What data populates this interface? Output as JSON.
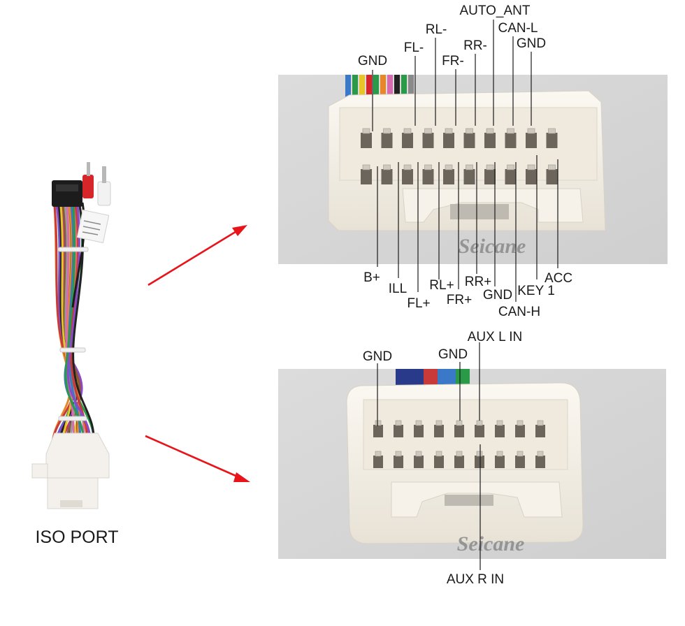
{
  "harness": {
    "label": "ISO PORT",
    "wire_colors": [
      "#e8862a",
      "#3a78c8",
      "#2a9a48",
      "#c83a3a",
      "#8a4ac8",
      "#222222",
      "#e8c62a",
      "#8a5a2a",
      "#9a9a9a",
      "#d86ab0"
    ]
  },
  "brand": "Seicane",
  "colors": {
    "arrow": "#e8141a",
    "connector_body": "#f2ede4",
    "photo_background": "#d6d6d6"
  },
  "connector_top": {
    "labels_above": [
      "AUTO_ANT",
      "RL-",
      "CAN-L",
      "FL-",
      "RR-",
      "GND",
      "GND",
      "FR-"
    ],
    "labels_below": [
      "B+",
      "ACC",
      "ILL",
      "RL+",
      "RR+",
      "GND",
      "KEY 1",
      "FL+",
      "FR+",
      "CAN-H"
    ]
  },
  "connector_bottom": {
    "labels_above": [
      "AUX L IN",
      "GND",
      "GND"
    ],
    "labels_below": [
      "AUX R IN"
    ]
  }
}
